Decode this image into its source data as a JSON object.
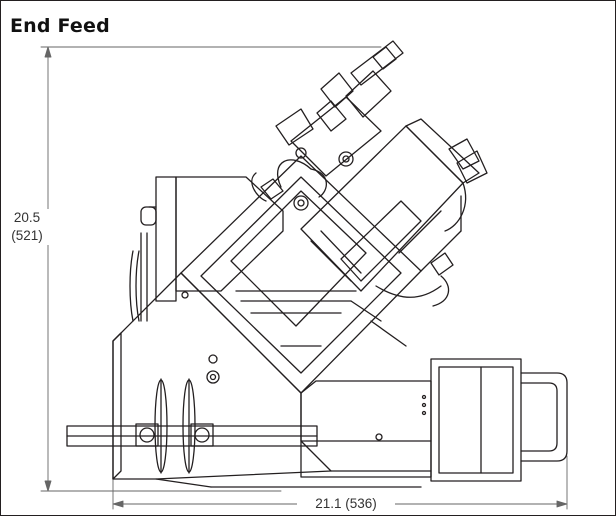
{
  "diagram": {
    "title": "End Feed",
    "height_dimension": {
      "value": "20.5",
      "metric": "(521)"
    },
    "width_dimension": {
      "label": "21.1 (536)"
    }
  }
}
